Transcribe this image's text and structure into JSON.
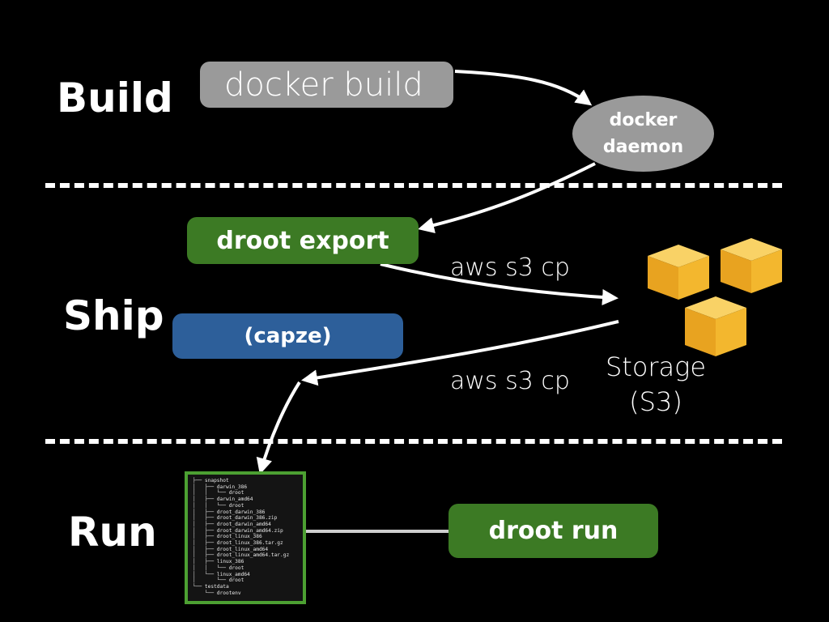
{
  "stages": {
    "build": "Build",
    "ship": "Ship",
    "run": "Run"
  },
  "nodes": {
    "docker_build": "docker build",
    "docker_daemon": [
      "docker",
      "daemon"
    ],
    "droot_export": "droot export",
    "capze": "(capze)",
    "droot_run": "droot run",
    "storage": [
      "Storage",
      "(S3)"
    ]
  },
  "edges": {
    "upload": "aws s3 cp",
    "download": "aws s3 cp"
  },
  "file_tree": [
    "├── snapshot",
    "│   ├── darwin_386",
    "│   │   └── droot",
    "│   ├── darwin_amd64",
    "│   │   └── droot",
    "│   ├── droot_darwin_386",
    "│   ├── droot_darwin_386.zip",
    "│   ├── droot_darwin_amd64",
    "│   ├── droot_darwin_amd64.zip",
    "│   ├── droot_linux_386",
    "│   ├── droot_linux_386.tar.gz",
    "│   ├── droot_linux_amd64",
    "│   ├── droot_linux_amd64.tar.gz",
    "│   ├── linux_386",
    "│   │   └── droot",
    "│   └── linux_amd64",
    "│       └── droot",
    "└── testdata",
    "    └── drootenv"
  ],
  "colors": {
    "background": "#000000",
    "gray_node": "#9a9a9a",
    "green_node": "#3c7a24",
    "blue_node": "#2d5f9a",
    "s3_cube": "#f0b429",
    "tree_border": "#4ca032"
  },
  "icons": {
    "storage": "aws-s3-cubes-icon"
  }
}
